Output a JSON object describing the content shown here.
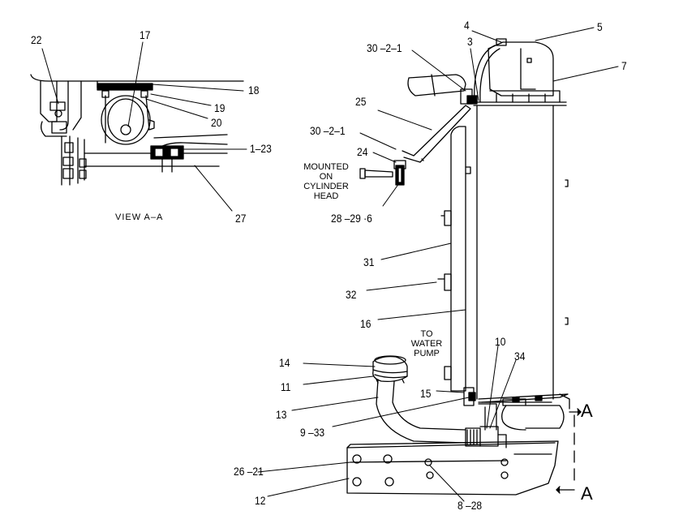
{
  "callouts": {
    "c22": "22",
    "c17": "17",
    "c18": "18",
    "c19": "19",
    "c20": "20",
    "c1_23": "1–23",
    "c27": "27",
    "c30a": "30  –2–1",
    "c3": "3",
    "c4": "4",
    "c5": "5",
    "c7": "7",
    "c25": "25",
    "c30b": "30  –2–1",
    "c24": "24",
    "c28_29_6": "28 –29  ·6",
    "c31": "31",
    "c32": "32",
    "c16": "16",
    "c14": "14",
    "c11": "11",
    "c13": "13",
    "c9_33": "9  –33",
    "c15": "15",
    "c10": "10",
    "c34": "34",
    "c26_21": "26 –21",
    "c12": "12",
    "c8_28": "8 –28"
  },
  "notes": {
    "view": "VIEW  A–A",
    "mounted_1": "MOUNTED",
    "mounted_2": "ON",
    "mounted_3": "CYLINDER",
    "mounted_4": "HEAD",
    "pump_1": "TO",
    "pump_2": "WATER",
    "pump_3": "PUMP"
  },
  "section_marks": {
    "top": "A",
    "bottom": "A"
  },
  "colors": {
    "ink": "#000000",
    "paper": "#ffffff"
  }
}
